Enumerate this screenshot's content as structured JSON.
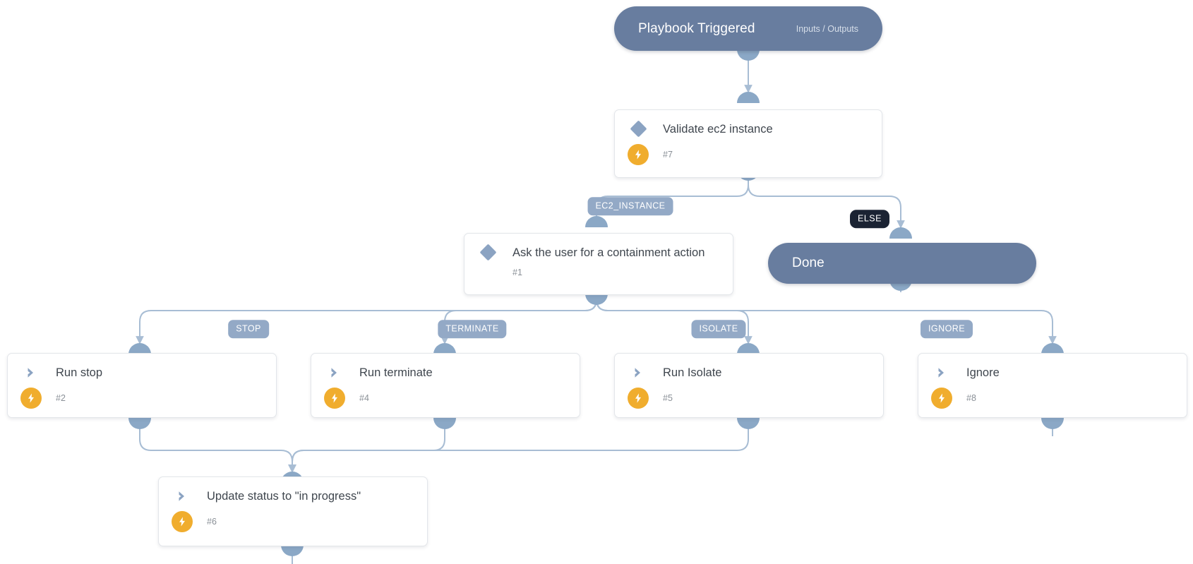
{
  "canvas": {
    "background": "#ffffff",
    "accent_node": "#687d9f",
    "accent_edge": "#a8bdd4",
    "accent_label": "#93a9c6",
    "accent_badge": "#f0ad2e",
    "accent_dark_label": "#1b2333"
  },
  "nodes": {
    "trigger": {
      "title": "Playbook Triggered",
      "subtitle": "Inputs / Outputs",
      "type": "start-pill"
    },
    "validate": {
      "label": "Validate ec2 instance",
      "number": "#7",
      "icon": "diamond-icon",
      "badge": "bolt-icon",
      "type": "decision-card"
    },
    "ask_user": {
      "label": "Ask the user for a containment action",
      "number": "#1",
      "icon": "diamond-icon",
      "badge": null,
      "type": "decision-card"
    },
    "done": {
      "title": "Done",
      "subtitle": "",
      "type": "end-pill"
    },
    "run_stop": {
      "label": "Run stop",
      "number": "#2",
      "icon": "chevron-right-icon",
      "badge": "bolt-icon",
      "type": "action-card"
    },
    "run_terminate": {
      "label": "Run terminate",
      "number": "#4",
      "icon": "chevron-right-icon",
      "badge": "bolt-icon",
      "type": "action-card"
    },
    "run_isolate": {
      "label": "Run Isolate",
      "number": "#5",
      "icon": "chevron-right-icon",
      "badge": "bolt-icon",
      "type": "action-card"
    },
    "ignore": {
      "label": "Ignore",
      "number": "#8",
      "icon": "chevron-right-icon",
      "badge": "bolt-icon",
      "type": "action-card"
    },
    "update_status": {
      "label": "Update status to \"in progress\"",
      "number": "#6",
      "icon": "chevron-right-icon",
      "badge": "bolt-icon",
      "type": "action-card"
    }
  },
  "edge_labels": {
    "ec2_instance": "EC2_INSTANCE",
    "else": "ELSE",
    "stop": "STOP",
    "terminate": "TERMINATE",
    "isolate": "ISOLATE",
    "ignore": "IGNORE"
  }
}
